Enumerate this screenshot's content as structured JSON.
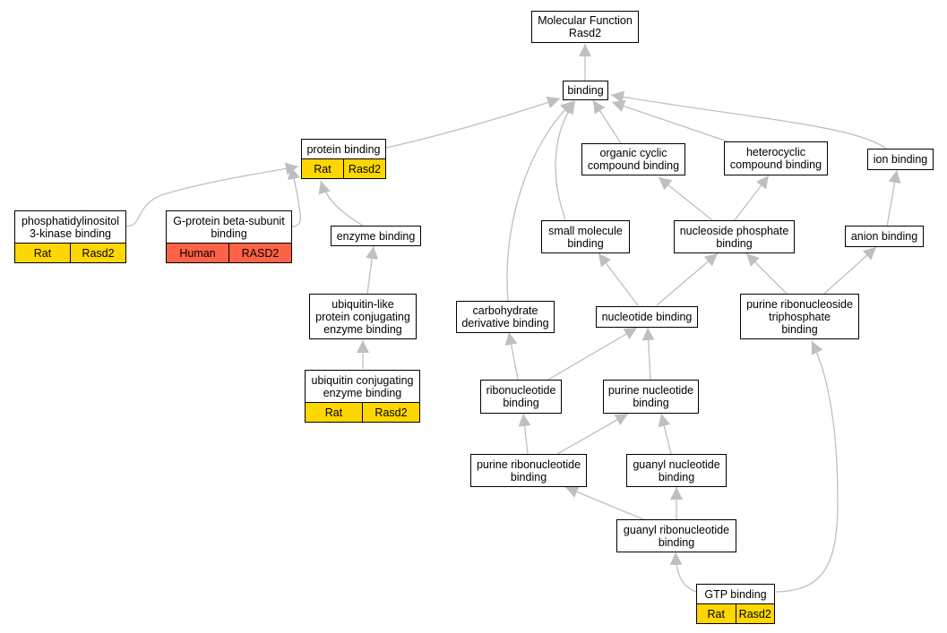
{
  "colors": {
    "edge": "#bfbfbf",
    "rat": "#ffd700",
    "human": "#ff6347"
  },
  "nodes": {
    "molecular_function": {
      "label": "Molecular Function\nRasd2"
    },
    "binding": {
      "label": "binding"
    },
    "protein_binding": {
      "label": "protein binding",
      "tags": [
        "Rat",
        "Rasd2"
      ],
      "tag_color": "rat"
    },
    "organic_cyclic": {
      "label": "organic cyclic\ncompound binding"
    },
    "heterocyclic": {
      "label": "heterocyclic\ncompound binding"
    },
    "ion_binding": {
      "label": "ion binding"
    },
    "pi3k_binding": {
      "label": "phosphatidylinositol\n3-kinase binding",
      "tags": [
        "Rat",
        "Rasd2"
      ],
      "tag_color": "rat"
    },
    "gprotein_beta": {
      "label": "G-protein beta-subunit\nbinding",
      "tags": [
        "Human",
        "RASD2"
      ],
      "tag_color": "human"
    },
    "enzyme_binding": {
      "label": "enzyme binding"
    },
    "small_molecule": {
      "label": "small molecule\nbinding"
    },
    "nucleoside_phosphate": {
      "label": "nucleoside phosphate\nbinding"
    },
    "anion_binding": {
      "label": "anion binding"
    },
    "ubiquitin_like": {
      "label": "ubiquitin-like\nprotein conjugating\nenzyme binding"
    },
    "carbohydrate": {
      "label": "carbohydrate\nderivative binding"
    },
    "nucleotide": {
      "label": "nucleotide binding"
    },
    "purine_ribonucleoside_tp": {
      "label": "purine ribonucleoside\ntriphosphate\nbinding"
    },
    "ubiquitin_conj": {
      "label": "ubiquitin conjugating\nenzyme binding",
      "tags": [
        "Rat",
        "Rasd2"
      ],
      "tag_color": "rat"
    },
    "ribonucleotide": {
      "label": "ribonucleotide\nbinding"
    },
    "purine_nucleotide": {
      "label": "purine nucleotide\nbinding"
    },
    "purine_ribonucleotide": {
      "label": "purine ribonucleotide\nbinding"
    },
    "guanyl_nucleotide": {
      "label": "guanyl nucleotide\nbinding"
    },
    "guanyl_ribonucleotide": {
      "label": "guanyl ribonucleotide\nbinding"
    },
    "gtp_binding": {
      "label": "GTP binding",
      "tags": [
        "Rat",
        "Rasd2"
      ],
      "tag_color": "rat"
    }
  }
}
